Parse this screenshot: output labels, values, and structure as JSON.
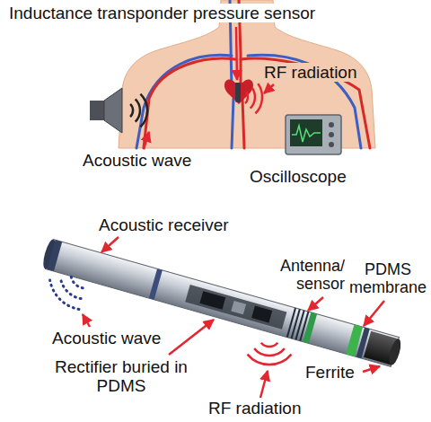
{
  "diagram": {
    "labels": [
      "Inductance transponder pressure sensor",
      "RF radiation",
      "Acoustic wave",
      "Oscilloscope",
      "Acoustic receiver",
      "Antenna/ sensor",
      "PDMS membrane",
      "Acoustic wave",
      "Ferrite",
      "Rectifier buried in PDMS",
      "RF radiation"
    ]
  }
}
